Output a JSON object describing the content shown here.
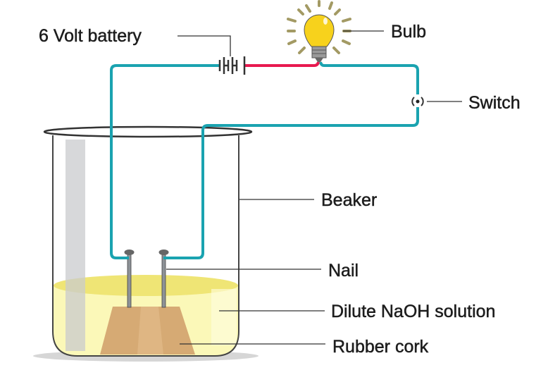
{
  "labels": {
    "battery": "6 Volt battery",
    "bulb": "Bulb",
    "switch": "Switch",
    "beaker": "Beaker",
    "nail": "Nail",
    "solution": "Dilute NaOH solution",
    "cork": "Rubber cork"
  },
  "colors": {
    "wire": "#1aa3b0",
    "positive_wire": "#e8194f",
    "bulb": "#f7d21c",
    "solution": "#f8f3a8",
    "cork": "#d6aa74"
  }
}
